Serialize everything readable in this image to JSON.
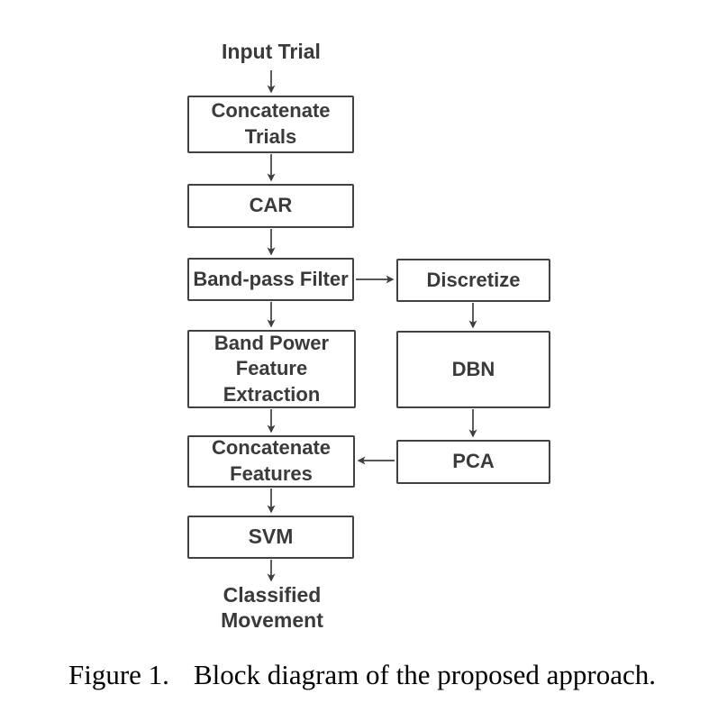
{
  "diagram": {
    "nodes": {
      "input_trial": "Input Trial",
      "concatenate_trials": "Concatenate Trials",
      "car": "CAR",
      "band_pass_filter": "Band-pass Filter",
      "discretize": "Discretize",
      "band_power": "Band Power Feature Extraction",
      "dbn": "DBN",
      "concatenate_features": "Concatenate Features",
      "pca": "PCA",
      "svm": "SVM",
      "classified_movement": "Classified Movement"
    },
    "edges": [
      {
        "from": "Input Trial",
        "to": "Concatenate Trials"
      },
      {
        "from": "Concatenate Trials",
        "to": "CAR"
      },
      {
        "from": "CAR",
        "to": "Band-pass Filter"
      },
      {
        "from": "Band-pass Filter",
        "to": "Discretize"
      },
      {
        "from": "Band-pass Filter",
        "to": "Band Power Feature Extraction"
      },
      {
        "from": "Discretize",
        "to": "DBN"
      },
      {
        "from": "Band Power Feature Extraction",
        "to": "Concatenate Features"
      },
      {
        "from": "DBN",
        "to": "PCA"
      },
      {
        "from": "PCA",
        "to": "Concatenate Features"
      },
      {
        "from": "Concatenate Features",
        "to": "SVM"
      },
      {
        "from": "SVM",
        "to": "Classified Movement"
      }
    ],
    "colors": {
      "box_border": "#414141",
      "text": "#3a3a3a",
      "arrow": "#3f3f3f",
      "background": "#ffffff"
    }
  },
  "caption": {
    "label": "Figure 1.",
    "text": "Block diagram of the proposed approach."
  }
}
